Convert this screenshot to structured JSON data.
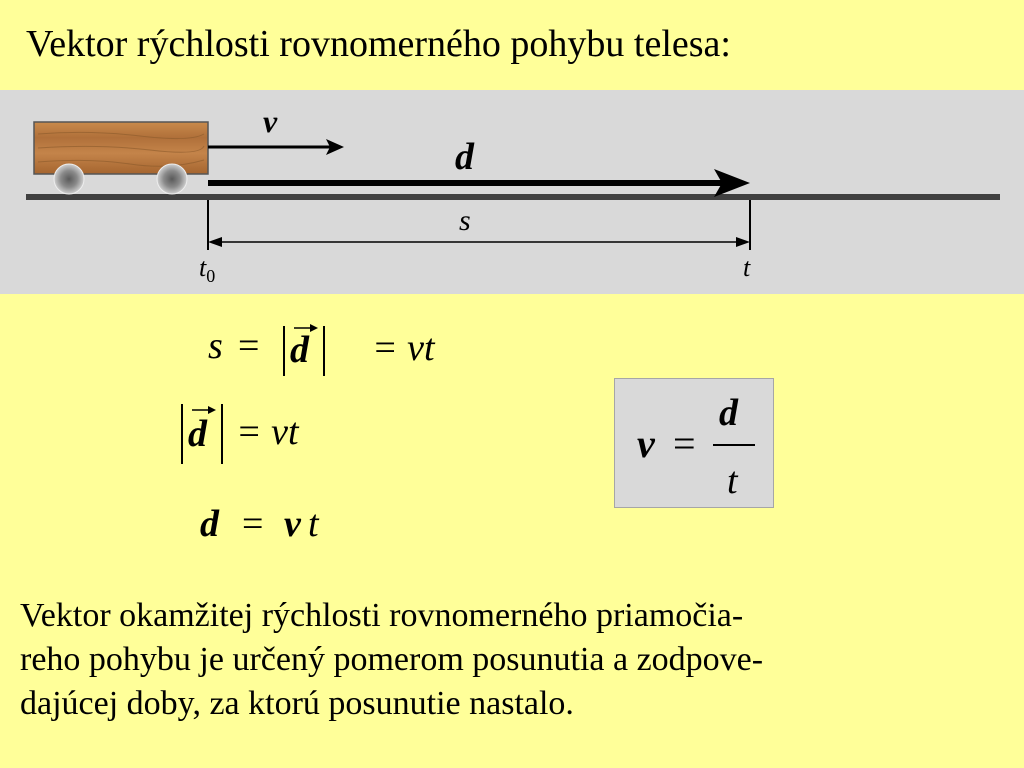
{
  "title": "Vektor rýchlosti rovnomerného pohybu telesa:",
  "diagram": {
    "v_label": "v",
    "d_label": "d",
    "s_label": "s",
    "t0_main": "t",
    "t0_sub": "0",
    "t_label": "t"
  },
  "equations": {
    "eq1": {
      "lhs": "s",
      "eq": "=",
      "vec": "d",
      "rhs": "= vt"
    },
    "eq2": {
      "vec": "d",
      "rhs": "= vt"
    },
    "eq3": {
      "lhs": "d",
      "eq": "=",
      "v": "v",
      "t": "t"
    },
    "boxed": {
      "v": "v",
      "eq": "=",
      "num": "d",
      "den": "t"
    }
  },
  "paragraph": {
    "line1": "Vektor  okamžitej rýchlosti  rovnomerného priamočia-",
    "line2": "reho pohybu je určený pomerom posunutia a zodpove-",
    "line3": "dajúcej doby, za ktorú posunutie nastalo."
  },
  "colors": {
    "background": "#FFFF99",
    "diagram_band": "#D9D9D9",
    "cart_wood": "#B87333"
  }
}
